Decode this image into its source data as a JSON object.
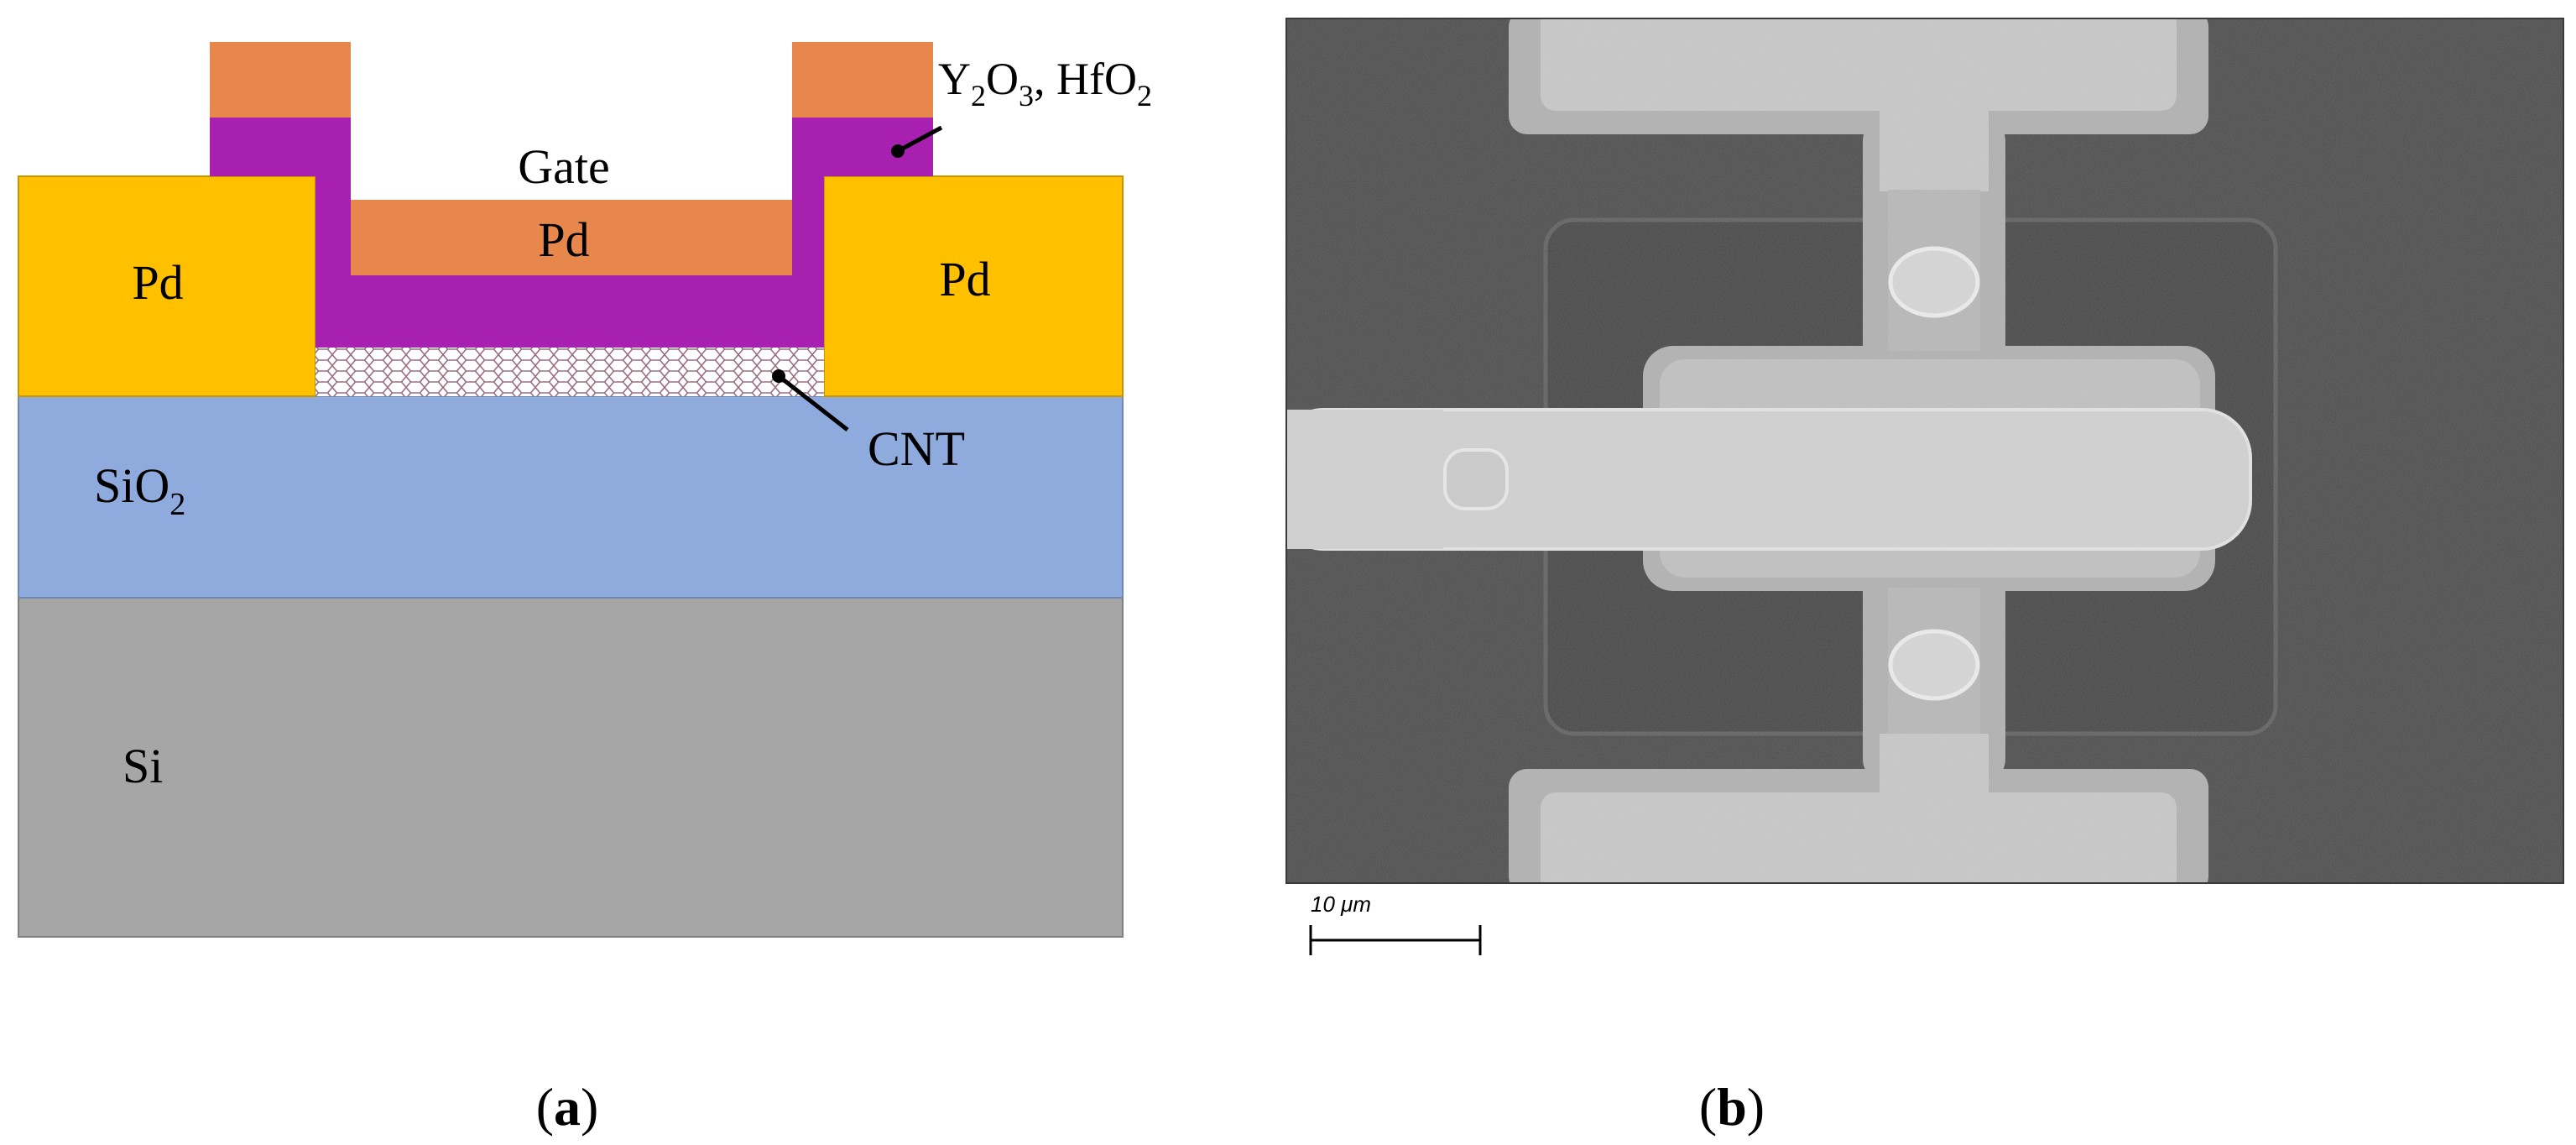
{
  "panel_a": {
    "caption_open": "(",
    "caption_letter": "a",
    "caption_close": ")",
    "labels": {
      "gate": "Gate",
      "pd_gate": "Pd",
      "pd_left": "Pd",
      "pd_right": "Pd",
      "oxide_y": "Y",
      "oxide_y_sub": "2",
      "oxide_o": "O",
      "oxide_o_sub": "3",
      "oxide_sep": ", HfO",
      "oxide_hf_sub": "2",
      "cnt": "CNT",
      "sio2_main": "SiO",
      "sio2_sub": "2",
      "si": "Si"
    },
    "colors": {
      "pd_contact": "#FFC000",
      "pd_gate": "#E8874B",
      "dielectric": "#A720AF",
      "sio2": "#8FAADC",
      "si": "#A6A6A6",
      "cnt_hatch": "#9A6E82"
    }
  },
  "panel_b": {
    "caption_open": "(",
    "caption_letter": "b",
    "caption_close": ")",
    "scale_bar_label": "10 μm",
    "colors": {
      "background": "#4C4C4C",
      "metal": "#C8C8C8",
      "halo": "#B4B4B4",
      "trench": "#444444"
    }
  }
}
